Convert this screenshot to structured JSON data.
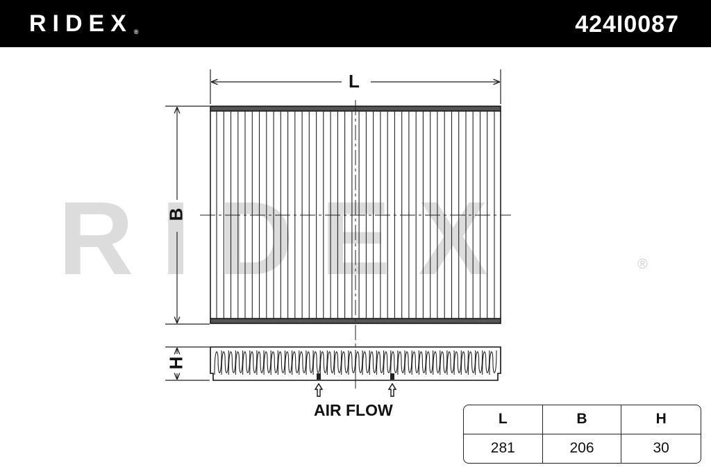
{
  "header": {
    "brand": "RIDEX",
    "registered_mark": "®",
    "part_number": "424I0087",
    "background_color": "#000000",
    "text_color": "#ffffff"
  },
  "drawing": {
    "dimension_labels": {
      "length": "L",
      "width": "B",
      "height": "H"
    },
    "airflow_label": "AIR FLOW"
  },
  "dimensions_table": {
    "headers": [
      "L",
      "B",
      "H"
    ],
    "values": [
      "281",
      "206",
      "30"
    ]
  }
}
